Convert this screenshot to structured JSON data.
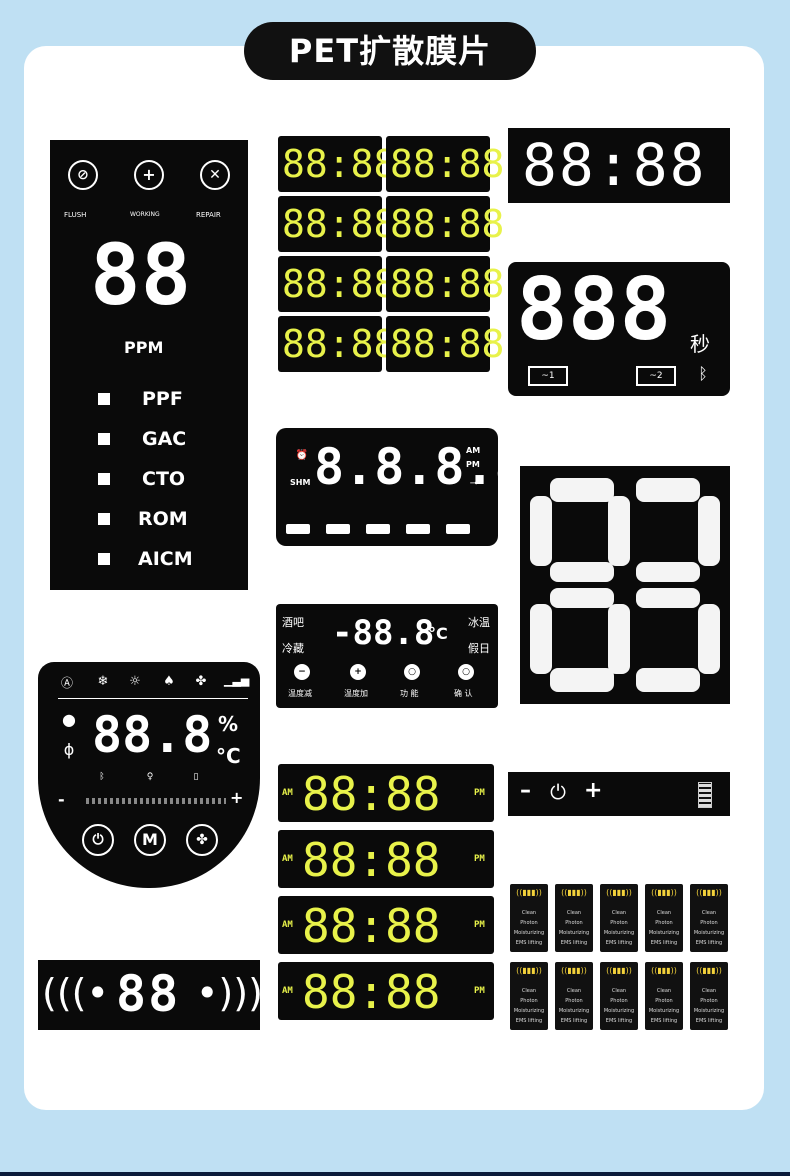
{
  "page_title": "PET扩散膜片",
  "panel_a": {
    "icons": [
      "flush-icon",
      "working-icon",
      "repair-icon"
    ],
    "labels": [
      "FLUSH",
      "WORKING",
      "REPAIR"
    ],
    "digits": "88",
    "unit": "PPM",
    "items": [
      "PPF",
      "GAC",
      "CTO",
      "ROM",
      "AICM"
    ]
  },
  "panel_b": {
    "digits": "88:88"
  },
  "panel_c": {
    "digits": "88:88"
  },
  "panel_d": {
    "digits": "888",
    "unit": "秒"
  },
  "panel_e": {
    "digits": "8.8.8.8",
    "am": "AM",
    "pm": "PM",
    "shm": "SHM"
  },
  "panel_f": {
    "tl": "酒吧",
    "tr": "冰温",
    "bl": "冷藏",
    "br": "假日",
    "digits": "-88.8",
    "unit": "°C",
    "buttons": [
      "温度减",
      "温度加",
      "功  能",
      "确  认"
    ]
  },
  "panel_g": {
    "digits": "88.8",
    "percent": "%",
    "celsius": "°C",
    "minus": "-",
    "plus": "+",
    "mode": "M"
  },
  "panel_h": {
    "digits": "88:88",
    "am": "AM",
    "pm": "PM"
  },
  "panel_i": {
    "minus": "–",
    "plus": "+"
  },
  "panel_j": {
    "lines": [
      "Clean",
      "Photon",
      "Moisturizing",
      "EMS lifting"
    ]
  },
  "panel_k": {
    "digits": "88"
  },
  "colors": {
    "segment_yellow": "#e8f24a",
    "panel_black": "#0a0a0a",
    "background": "#bfe0f3"
  }
}
